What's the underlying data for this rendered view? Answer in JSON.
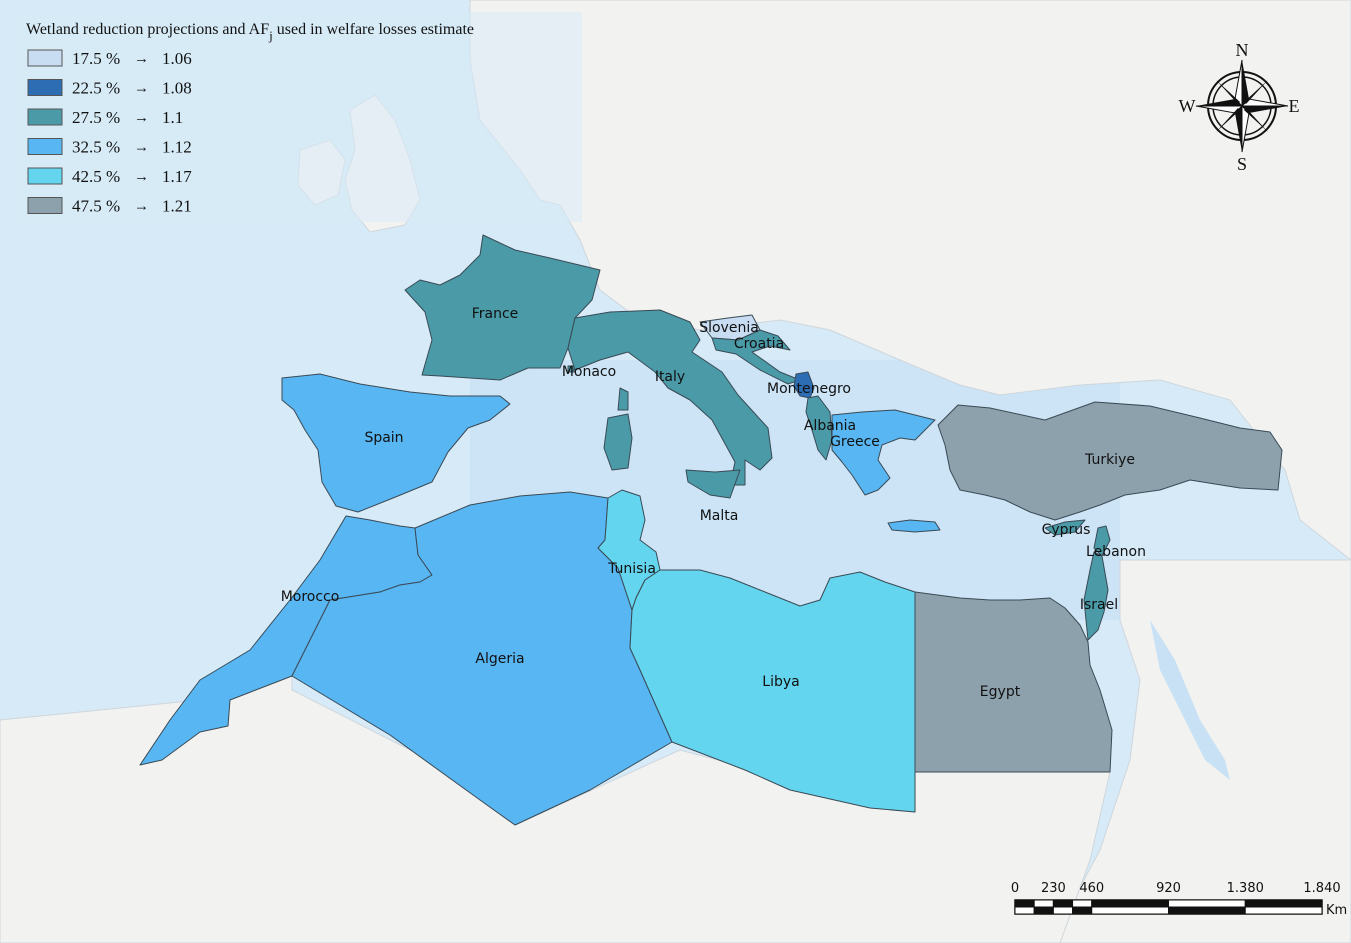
{
  "legend": {
    "title_main": "Wetland reduction projections and AF",
    "title_sub": "j",
    "title_rest": " used in welfare losses estimate",
    "items": [
      {
        "pct": "17.5 %",
        "af": "1.06",
        "color": "#c9ddf2"
      },
      {
        "pct": "22.5 %",
        "af": "1.08",
        "color": "#2c6db3"
      },
      {
        "pct": "27.5 %",
        "af": "1.1",
        "color": "#4a9aa8"
      },
      {
        "pct": "32.5 %",
        "af": "1.12",
        "color": "#58b6f3"
      },
      {
        "pct": "42.5 %",
        "af": "1.17",
        "color": "#64d5ee"
      },
      {
        "pct": "47.5 %",
        "af": "1.21",
        "color": "#8da1ad"
      }
    ]
  },
  "countries": [
    {
      "name": "France",
      "class": "27.5 %"
    },
    {
      "name": "Monaco",
      "class": "27.5 %"
    },
    {
      "name": "Italy",
      "class": "27.5 %"
    },
    {
      "name": "Slovenia",
      "class": "17.5 %"
    },
    {
      "name": "Croatia",
      "class": "27.5 %"
    },
    {
      "name": "Montenegro",
      "class": "22.5 %"
    },
    {
      "name": "Albania",
      "class": "27.5 %"
    },
    {
      "name": "Greece",
      "class": "32.5 %"
    },
    {
      "name": "Spain",
      "class": "32.5 %"
    },
    {
      "name": "Malta",
      "class": "17.5 %"
    },
    {
      "name": "Turkiye",
      "class": "47.5 %"
    },
    {
      "name": "Cyprus",
      "class": "27.5 %"
    },
    {
      "name": "Lebanon",
      "class": "27.5 %"
    },
    {
      "name": "Israel",
      "class": "27.5 %"
    },
    {
      "name": "Morocco",
      "class": "32.5 %"
    },
    {
      "name": "Algeria",
      "class": "32.5 %"
    },
    {
      "name": "Tunisia",
      "class": "42.5 %"
    },
    {
      "name": "Libya",
      "class": "42.5 %"
    },
    {
      "name": "Egypt",
      "class": "47.5 %"
    }
  ],
  "compass": {
    "north": "N",
    "south": "S",
    "east": "E",
    "west": "W"
  },
  "scale_bar": {
    "ticks": [
      "0",
      "230",
      "460",
      "920",
      "1.380",
      "1.840"
    ],
    "unit": "Km"
  },
  "colors": {
    "sea": "#d3e8f6",
    "land": "#f3f3f1",
    "border": "#3a4a55"
  }
}
